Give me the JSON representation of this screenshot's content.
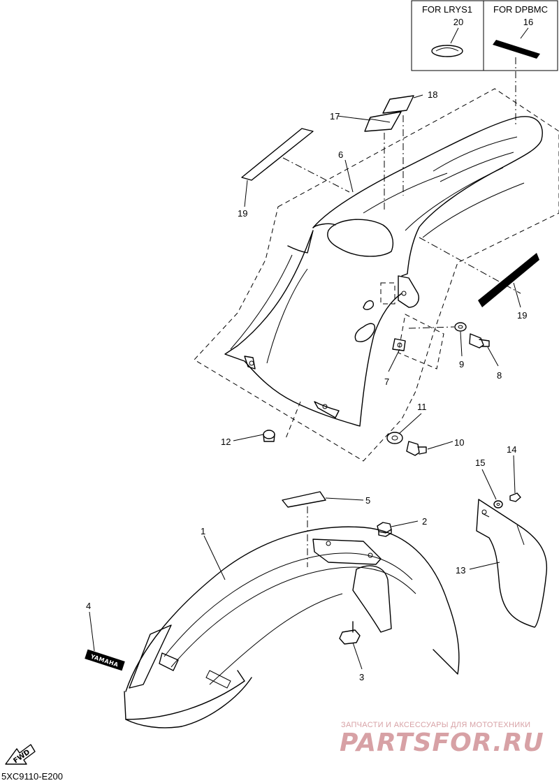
{
  "variant_box": {
    "left_header": "FOR LRYS1",
    "right_header": "FOR DPBMC",
    "left_part": "20",
    "right_part": "16"
  },
  "callouts": {
    "c1": "1",
    "c2": "2",
    "c3": "3",
    "c4": "4",
    "c5": "5",
    "c6": "6",
    "c7": "7",
    "c8": "8",
    "c9": "9",
    "c10": "10",
    "c11": "11",
    "c12": "12",
    "c13": "13",
    "c14": "14",
    "c15": "15",
    "c16": "16",
    "c17": "17",
    "c18": "18",
    "c19a": "19",
    "c19b": "19",
    "c20": "20"
  },
  "emblem_text": "YAMAHA",
  "fwd_label": "FWD",
  "diagram_code": "5XC9110-E200",
  "watermark": {
    "tagline": "ЗАПЧАСТИ И АКСЕССУАРЫ ДЛЯ МОТОТЕХНИКИ",
    "brand": "PARTSFOR.RU"
  }
}
